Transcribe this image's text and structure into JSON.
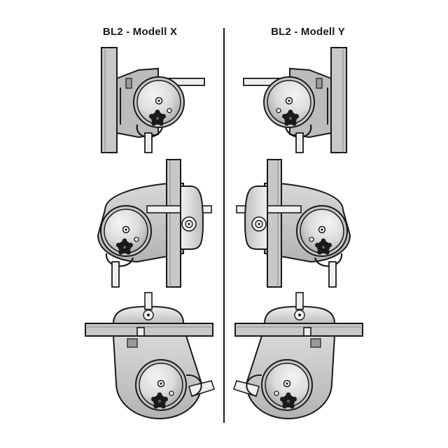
{
  "titles": {
    "left": "BL2 - Modell X",
    "right": "BL2 - Modell Y"
  },
  "colors": {
    "outline": "#1a1a1a",
    "mount": "#bfbfbf",
    "mount_light": "#d6d6d6",
    "drum": "#cfcfcf",
    "drum_highlight": "#f4f4f4",
    "knob": "#1a1a1a"
  },
  "variants": [
    {
      "model": "X",
      "orientation": "vertical-mount"
    },
    {
      "model": "X",
      "orientation": "wall-mount-through"
    },
    {
      "model": "X",
      "orientation": "horizontal-mount-hanging"
    },
    {
      "model": "Y",
      "orientation": "vertical-mount"
    },
    {
      "model": "Y",
      "orientation": "wall-mount-through"
    },
    {
      "model": "Y",
      "orientation": "horizontal-mount-hanging"
    }
  ]
}
